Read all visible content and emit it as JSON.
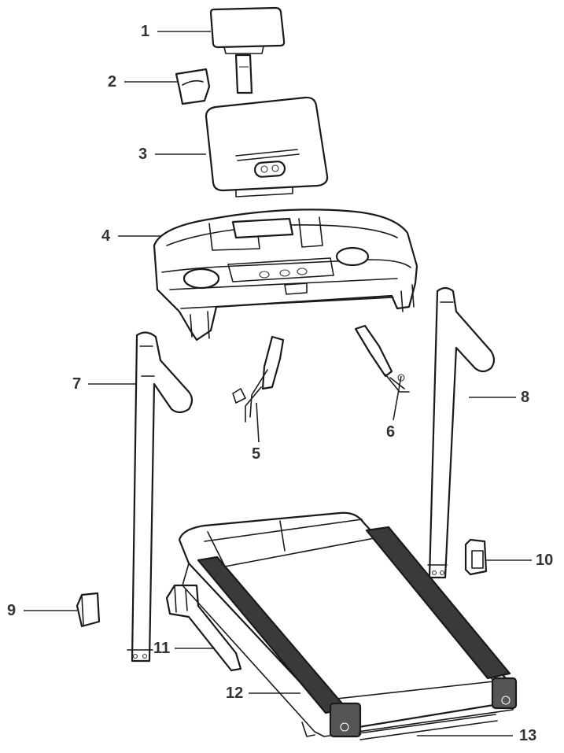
{
  "callouts": [
    {
      "num": "1"
    },
    {
      "num": "2"
    },
    {
      "num": "3"
    },
    {
      "num": "4"
    },
    {
      "num": "5"
    },
    {
      "num": "6"
    },
    {
      "num": "7"
    },
    {
      "num": "8"
    },
    {
      "num": "9"
    },
    {
      "num": "10"
    },
    {
      "num": "11"
    },
    {
      "num": "12"
    },
    {
      "num": "13"
    }
  ]
}
